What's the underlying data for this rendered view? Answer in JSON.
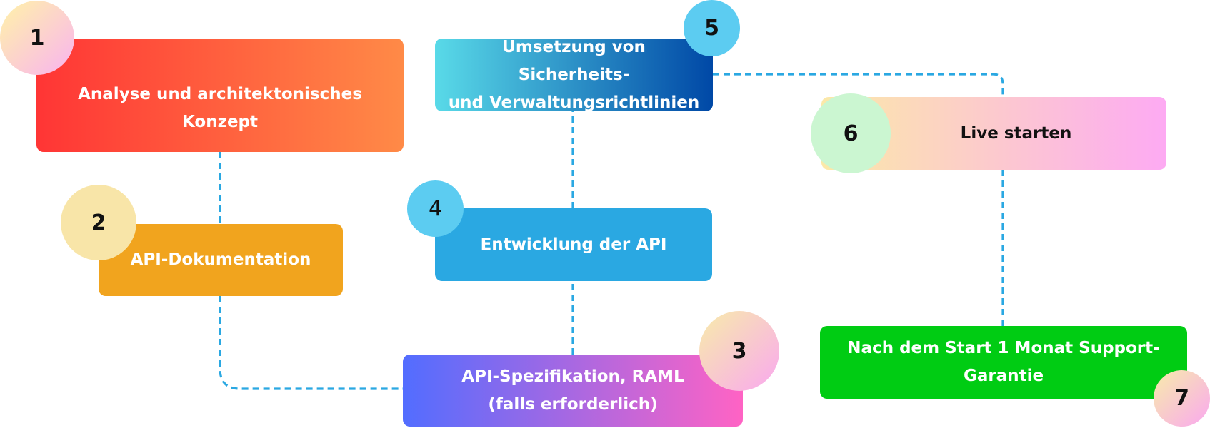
{
  "steps": [
    {
      "number": "1",
      "lines": [
        "Analyse und architektonisches",
        "Konzept"
      ]
    },
    {
      "number": "2",
      "lines": [
        "API-Dokumentation"
      ]
    },
    {
      "number": "3",
      "lines": [
        "API-Spezifikation, RAML",
        "(falls erforderlich)"
      ]
    },
    {
      "number": "4",
      "lines": [
        "Entwicklung der API"
      ]
    },
    {
      "number": "5",
      "lines": [
        "Umsetzung von Sicherheits-",
        "und Verwaltungsrichtlinien"
      ]
    },
    {
      "number": "6",
      "lines": [
        "Live starten"
      ]
    },
    {
      "number": "7",
      "lines": [
        "Nach dem Start 1 Monat Support-",
        "Garantie"
      ]
    }
  ],
  "connector_color": "#2aa8e2"
}
